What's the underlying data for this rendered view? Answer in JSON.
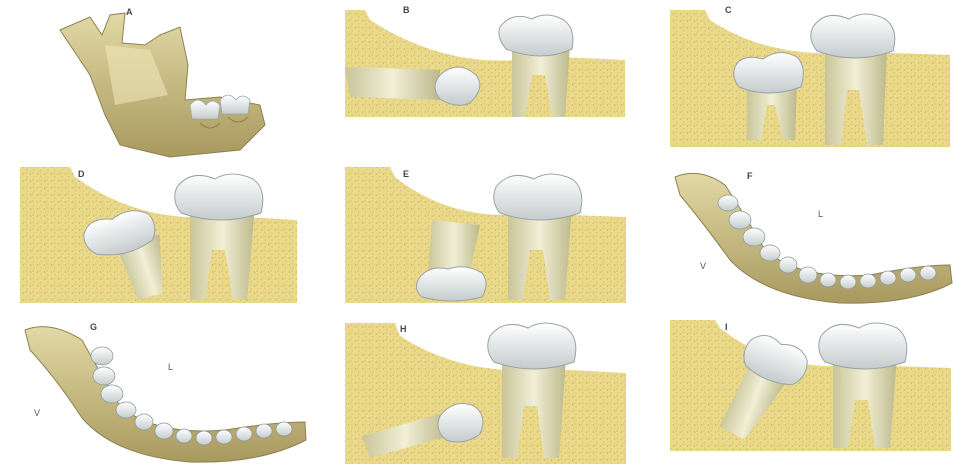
{
  "panels": [
    {
      "id": "A",
      "label": "A"
    },
    {
      "id": "B",
      "label": "B"
    },
    {
      "id": "C",
      "label": "C"
    },
    {
      "id": "D",
      "label": "D"
    },
    {
      "id": "E",
      "label": "E"
    },
    {
      "id": "F",
      "label": "F",
      "side_labels": [
        "L",
        "V"
      ]
    },
    {
      "id": "G",
      "label": "G",
      "side_labels": [
        "L",
        "V"
      ]
    },
    {
      "id": "H",
      "label": "H"
    },
    {
      "id": "I",
      "label": "I"
    }
  ],
  "colors": {
    "bone": "#ead98a",
    "bone_speckle": "#c9b45a",
    "crown": "#f3f5f5",
    "crown_shadow": "#b9c2c4",
    "root": "#e8e6c8",
    "root_shadow": "#b8b38a",
    "mandible": "#cbbf8a"
  }
}
